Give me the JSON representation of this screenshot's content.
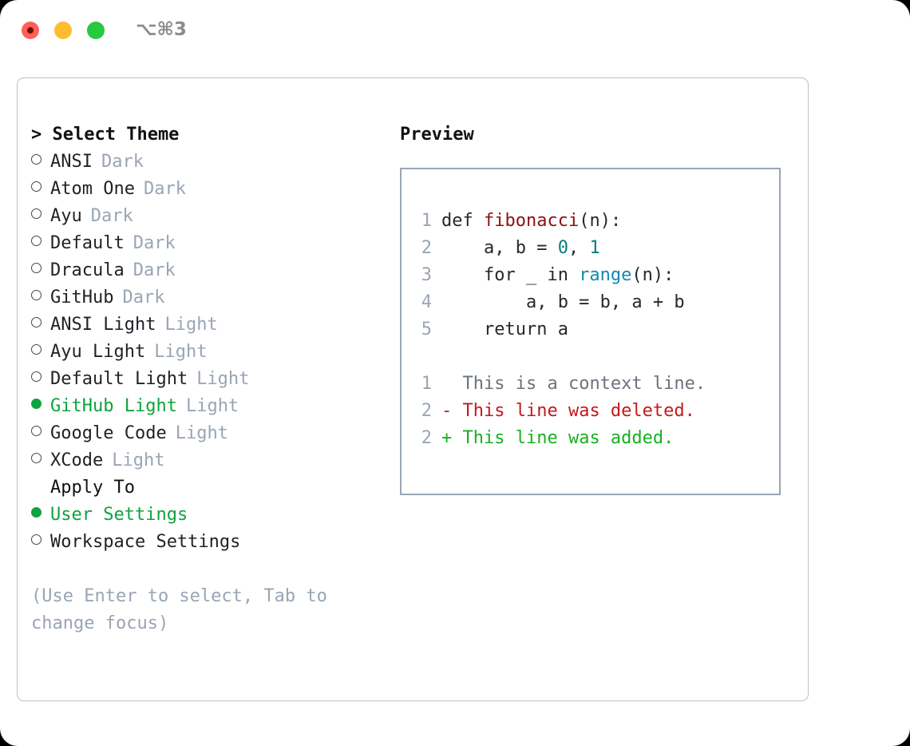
{
  "window": {
    "shortcut": "⌥⌘3",
    "traffic_lights": [
      {
        "name": "close",
        "color": "#ff5f57"
      },
      {
        "name": "minimize",
        "color": "#febc2e"
      },
      {
        "name": "zoom",
        "color": "#28c840"
      }
    ]
  },
  "theme_picker": {
    "header": "> Select Theme",
    "options": [
      {
        "label": "ANSI",
        "tag": "Dark",
        "selected": false
      },
      {
        "label": "Atom One",
        "tag": "Dark",
        "selected": false
      },
      {
        "label": "Ayu",
        "tag": "Dark",
        "selected": false
      },
      {
        "label": "Default",
        "tag": "Dark",
        "selected": false
      },
      {
        "label": "Dracula",
        "tag": "Dark",
        "selected": false
      },
      {
        "label": "GitHub",
        "tag": "Dark",
        "selected": false
      },
      {
        "label": "ANSI Light",
        "tag": "Light",
        "selected": false
      },
      {
        "label": "Ayu Light",
        "tag": "Light",
        "selected": false
      },
      {
        "label": "Default Light",
        "tag": "Light",
        "selected": false
      },
      {
        "label": "GitHub Light",
        "tag": "Light",
        "selected": true
      },
      {
        "label": "Google Code",
        "tag": "Light",
        "selected": false
      },
      {
        "label": "XCode",
        "tag": "Light",
        "selected": false
      }
    ]
  },
  "apply_to": {
    "header": "Apply To",
    "options": [
      {
        "label": "User Settings",
        "selected": true
      },
      {
        "label": "Workspace Settings",
        "selected": false
      }
    ]
  },
  "hint": "(Use Enter to select, Tab to change focus)",
  "preview": {
    "title": "Preview",
    "code_lines": [
      {
        "num": "1",
        "tokens": [
          {
            "t": "def ",
            "c": "plain"
          },
          {
            "t": "fibonacci",
            "c": "fn"
          },
          {
            "t": "(n):",
            "c": "plain"
          }
        ]
      },
      {
        "num": "2",
        "tokens": [
          {
            "t": "    a, b = ",
            "c": "plain"
          },
          {
            "t": "0",
            "c": "num"
          },
          {
            "t": ", ",
            "c": "plain"
          },
          {
            "t": "1",
            "c": "num"
          }
        ]
      },
      {
        "num": "3",
        "tokens": [
          {
            "t": "    for _ in ",
            "c": "plain"
          },
          {
            "t": "range",
            "c": "call"
          },
          {
            "t": "(n):",
            "c": "plain"
          }
        ]
      },
      {
        "num": "4",
        "tokens": [
          {
            "t": "        a, b = b, a + b",
            "c": "plain"
          }
        ]
      },
      {
        "num": "5",
        "tokens": [
          {
            "t": "    return a",
            "c": "plain"
          }
        ]
      }
    ],
    "diff_lines": [
      {
        "num": "1",
        "marker": "  ",
        "text": "This is a context line.",
        "kind": "ctx"
      },
      {
        "num": "2",
        "marker": "- ",
        "text": "This line was deleted.",
        "kind": "del"
      },
      {
        "num": "2",
        "marker": "+ ",
        "text": "This line was added.",
        "kind": "add"
      }
    ]
  },
  "colors": {
    "accent_green": "#0fa33f",
    "muted": "#9aa5b4",
    "border": "#b9c2ce",
    "fn_red": "#8b1114",
    "num_teal": "#0b7c7c",
    "call_blue": "#1189b3",
    "diff_del": "#c4181c",
    "diff_add": "#18b021"
  }
}
